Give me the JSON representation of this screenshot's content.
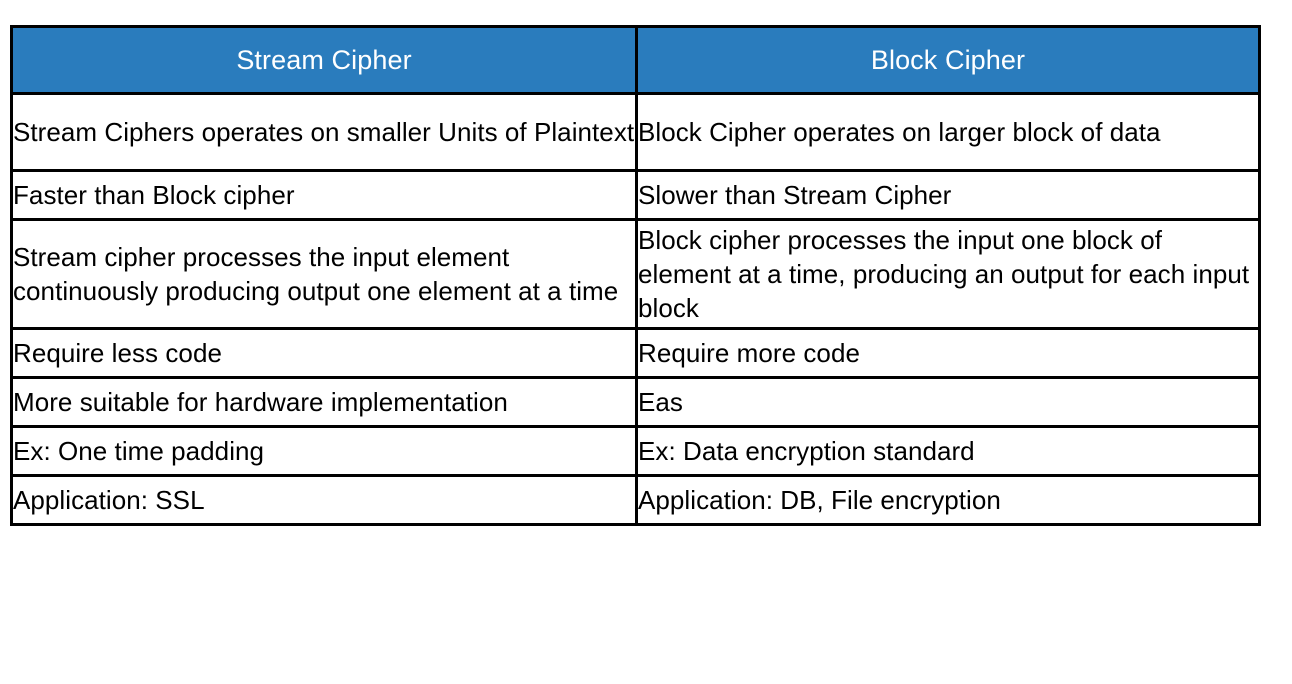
{
  "page": {
    "background_color": "#ffffff",
    "title": "Stream Cipher vs Block Cipher comparison table"
  },
  "table": {
    "header_background_color": "#2a7cbd",
    "header_text_color": "#ffffff",
    "border_color": "#000000",
    "body_text_color": "#000000",
    "columns": [
      {
        "label": "Stream Cipher"
      },
      {
        "label": "Block Cipher"
      }
    ],
    "rows": [
      {
        "left": "Stream Ciphers operates on smaller Units of Plaintext",
        "right": "Block Cipher operates on larger block of data"
      },
      {
        "left": "Faster than Block cipher",
        "right": "Slower than Stream Cipher"
      },
      {
        "left": "Stream cipher processes the input element continuously producing output one element at a time",
        "right": "Block cipher processes the input one block of element at a time, producing an output for each input block"
      },
      {
        "left": "Require less code",
        "right": "Require more code"
      },
      {
        "left": "More suitable for hardware implementation",
        "right": "Eas"
      },
      {
        "left": "Ex: One time padding",
        "right": "Ex: Data encryption standard"
      },
      {
        "left": "Application: SSL",
        "right": "Application: DB, File encryption"
      }
    ]
  }
}
